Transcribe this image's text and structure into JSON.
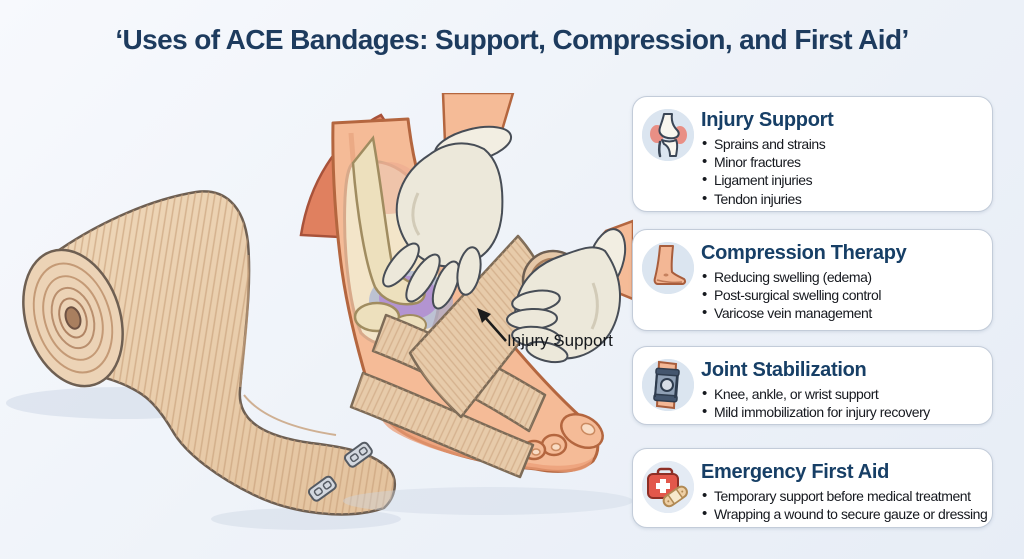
{
  "title": "‘Uses of ACE Bandages: Support, Compression, and First Aid’",
  "annotation": {
    "label": "Injury Support"
  },
  "illustrations": {
    "bandage_roll": "rolled ACE elastic bandage with metal clips",
    "ankle_wrap": "gloved hands wrapping an injured ankle with an elastic bandage"
  },
  "cards": [
    {
      "icon": "knee-joint-icon",
      "title": "Injury Support",
      "bullets": [
        "Sprains and strains",
        "Minor fractures",
        "Ligament injuries",
        "Tendon injuries"
      ]
    },
    {
      "icon": "bare-foot-icon",
      "title": "Compression Therapy",
      "bullets": [
        "Reducing swelling (edema)",
        "Post-surgical swelling control",
        "Varicose vein management"
      ]
    },
    {
      "icon": "knee-brace-icon",
      "title": "Joint Stabilization",
      "bullets": [
        "Knee, ankle, or wrist support",
        "Mild immobilization for injury recovery"
      ]
    },
    {
      "icon": "first-aid-kit-icon",
      "title": "Emergency First Aid",
      "bullets": [
        "Temporary support before medical treatment",
        "Wrapping a wound to secure gauze or dressing"
      ]
    }
  ],
  "colors": {
    "background": "#eef2f8",
    "title_navy": "#1d3b5e",
    "heading_navy": "#173f66",
    "card_border": "#c3ccd9",
    "icon_circle": "#dbe5f0",
    "bandage_tan": "#e9cdab",
    "skin": "#f5bb97",
    "bruise_purple": "#b18fd0",
    "first_aid_red": "#e2574b",
    "glove": "#ece8da"
  }
}
